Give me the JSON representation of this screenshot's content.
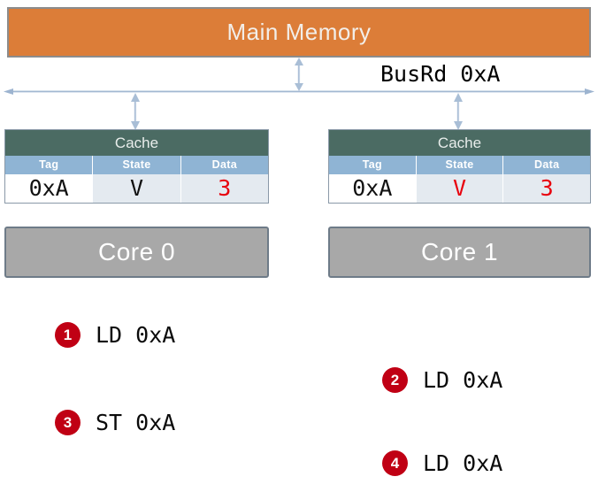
{
  "diagram": {
    "main_memory": {
      "label": "Main Memory",
      "color": "#DC7D38"
    },
    "bus": {
      "message": "BusRd 0xA",
      "color": "#9DB4D0"
    },
    "nodes": [
      {
        "id": "core0",
        "cache": {
          "title": "Cache",
          "columns": [
            "Tag",
            "State",
            "Data"
          ],
          "row": [
            {
              "value": "0xA",
              "color": "#111111"
            },
            {
              "value": "V",
              "color": "#111111"
            },
            {
              "value": "3",
              "color": "#E8000D"
            }
          ]
        },
        "core_label": "Core 0"
      },
      {
        "id": "core1",
        "cache": {
          "title": "Cache",
          "columns": [
            "Tag",
            "State",
            "Data"
          ],
          "row": [
            {
              "value": "0xA",
              "color": "#111111"
            },
            {
              "value": "V",
              "color": "#E8000D"
            },
            {
              "value": "3",
              "color": "#E8000D"
            }
          ]
        },
        "core_label": "Core 1"
      }
    ]
  },
  "instructions": [
    {
      "num": "1",
      "text": "LD 0xA"
    },
    {
      "num": "2",
      "text": "LD 0xA"
    },
    {
      "num": "3",
      "text": "ST 0xA"
    },
    {
      "num": "4",
      "text": "LD 0xA"
    }
  ]
}
